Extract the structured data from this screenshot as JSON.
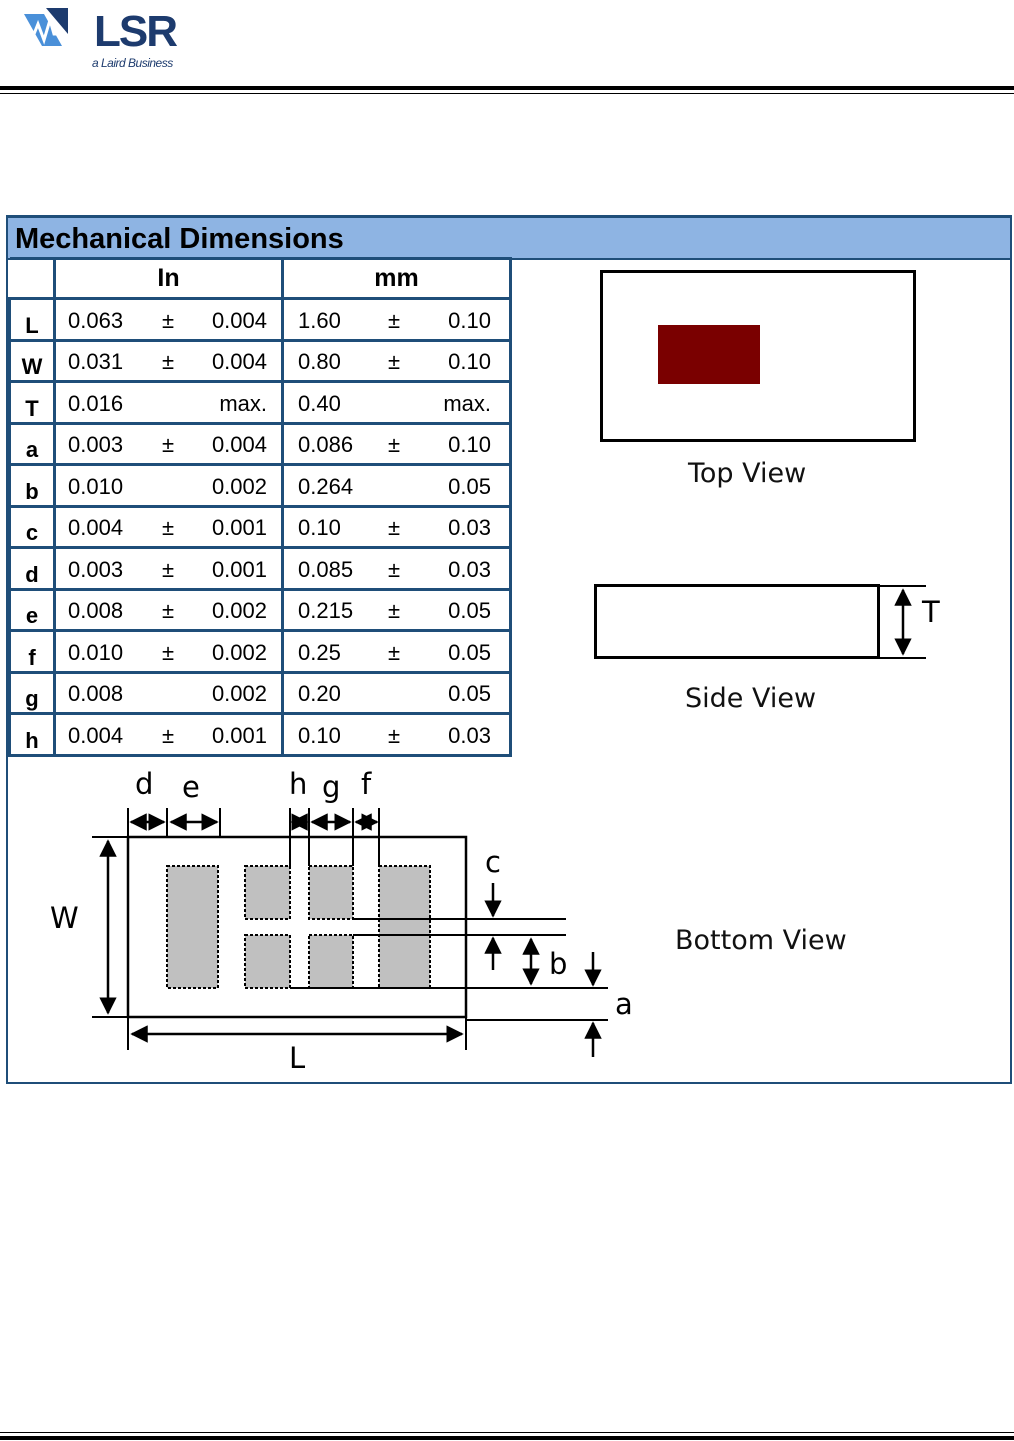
{
  "header": {
    "logo_text": "LSR",
    "logo_subtitle": "a Laird Business"
  },
  "panel": {
    "title": "Mechanical Dimensions"
  },
  "table": {
    "col_in": "In",
    "col_mm": "mm",
    "rows": [
      {
        "label": "L",
        "in_nom": "0.063",
        "in_sym": "±",
        "in_tol": "0.004",
        "mm_nom": "1.60",
        "mm_sym": "±",
        "mm_tol": "0.10"
      },
      {
        "label": "W",
        "in_nom": "0.031",
        "in_sym": "±",
        "in_tol": "0.004",
        "mm_nom": "0.80",
        "mm_sym": "±",
        "mm_tol": "0.10"
      },
      {
        "label": "T",
        "in_nom": "0.016",
        "in_sym": "",
        "in_tol": "max.",
        "mm_nom": "0.40",
        "mm_sym": "",
        "mm_tol": "max."
      },
      {
        "label": "a",
        "in_nom": "0.003",
        "in_sym": "±",
        "in_tol": "0.004",
        "mm_nom": "0.086",
        "mm_sym": "±",
        "mm_tol": "0.10"
      },
      {
        "label": "b",
        "in_nom": "0.010",
        "in_sym": "",
        "in_tol": "0.002",
        "mm_nom": "0.264",
        "mm_sym": "",
        "mm_tol": "0.05"
      },
      {
        "label": "c",
        "in_nom": "0.004",
        "in_sym": "±",
        "in_tol": "0.001",
        "mm_nom": "0.10",
        "mm_sym": "±",
        "mm_tol": "0.03"
      },
      {
        "label": "d",
        "in_nom": "0.003",
        "in_sym": "±",
        "in_tol": "0.001",
        "mm_nom": "0.085",
        "mm_sym": "±",
        "mm_tol": "0.03"
      },
      {
        "label": "e",
        "in_nom": "0.008",
        "in_sym": "±",
        "in_tol": "0.002",
        "mm_nom": "0.215",
        "mm_sym": "±",
        "mm_tol": "0.05"
      },
      {
        "label": "f",
        "in_nom": "0.010",
        "in_sym": "±",
        "in_tol": "0.002",
        "mm_nom": "0.25",
        "mm_sym": "±",
        "mm_tol": "0.05"
      },
      {
        "label": "g",
        "in_nom": "0.008",
        "in_sym": "",
        "in_tol": "0.002",
        "mm_nom": "0.20",
        "mm_sym": "",
        "mm_tol": "0.05"
      },
      {
        "label": "h",
        "in_nom": "0.004",
        "in_sym": "±",
        "in_tol": "0.001",
        "mm_nom": "0.10",
        "mm_sym": "±",
        "mm_tol": "0.03"
      }
    ]
  },
  "views": {
    "top": "Top View",
    "side": "Side View",
    "bottom": "Bottom View",
    "side_dim": "T"
  },
  "bottom_labels": {
    "d": "d",
    "e": "e",
    "h": "h",
    "g": "g",
    "f": "f",
    "c": "c",
    "b": "b",
    "a": "a",
    "W": "W",
    "L": "L"
  },
  "colors": {
    "title_bar": "#8eb4e3",
    "table_border": "#1f4e79",
    "top_pad": "#7a0000",
    "pad_fill": "#c0c0c0"
  }
}
